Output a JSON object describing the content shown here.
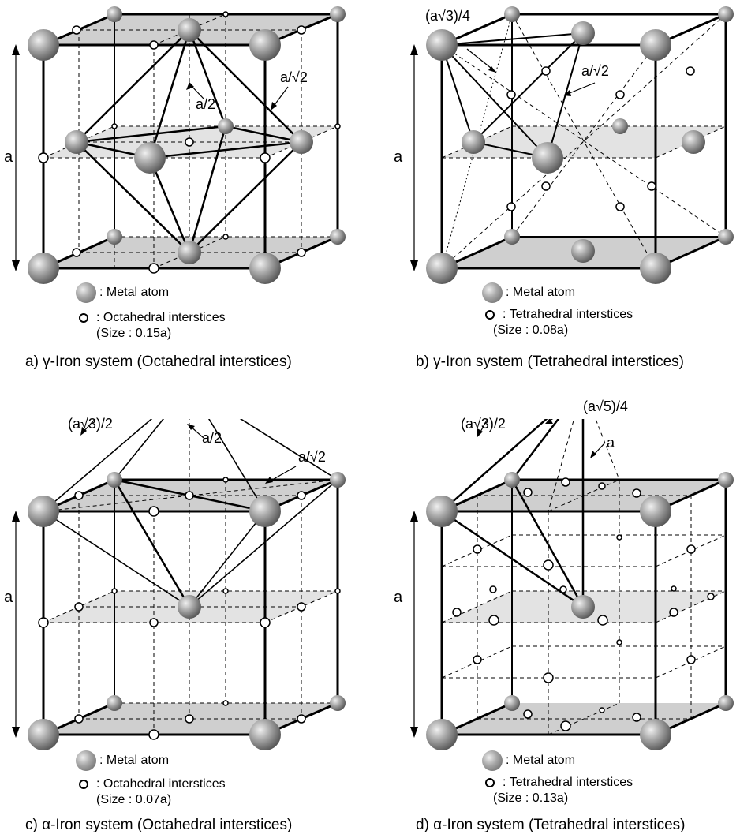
{
  "panels": [
    {
      "caption": "a) γ-Iron system (Octahedral interstices)",
      "legend_atom": ": Metal atom",
      "legend_hole": ": Octahedral interstices",
      "size_text": "(Size : 0.15a)",
      "axis_label": "a",
      "annotations": [
        "a/2",
        "a/√2"
      ]
    },
    {
      "caption": "b) γ-Iron system (Tetrahedral interstices)",
      "legend_atom": ": Metal atom",
      "legend_hole": ": Tetrahedral interstices",
      "size_text": "(Size : 0.08a)",
      "axis_label": "a",
      "annotations": [
        "(a√3)/4",
        "a/√2"
      ]
    },
    {
      "caption": "c) α-Iron system (Octahedral interstices)",
      "legend_atom": ": Metal atom",
      "legend_hole": ": Octahedral interstices",
      "size_text": "(Size : 0.07a)",
      "axis_label": "a",
      "annotations": [
        "(a√3)/2",
        "a/2",
        "a/√2"
      ]
    },
    {
      "caption": "d) α-Iron system (Tetrahedral interstices)",
      "legend_atom": ": Metal atom",
      "legend_hole": ": Tetrahedral interstices",
      "size_text": "(Size : 0.13a)",
      "axis_label": "a",
      "annotations": [
        "(a√3)/2",
        "(a√5)/4",
        "a"
      ]
    }
  ]
}
